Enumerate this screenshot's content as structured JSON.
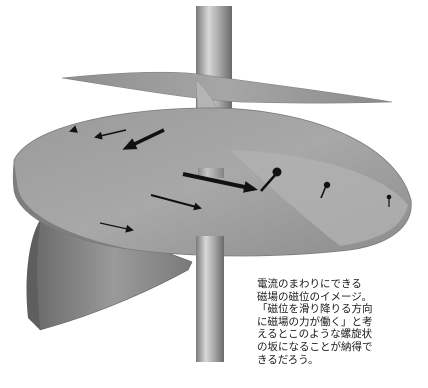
{
  "caption": {
    "lines": [
      "電流のまわりにできる",
      "磁場の磁位のイメージ。",
      "「磁位を滑り降りる方向",
      "に磁場の力が働く」と考",
      "えるとこのような螺旋状",
      "の坂になることが納得で",
      "きるだろう。"
    ]
  },
  "colors": {
    "background": "#ffffff",
    "surface": "#9c9c9c",
    "surface_light": "#b8b8b8",
    "surface_dark": "#6e6e6e",
    "wire": "#a8a8a8",
    "arrow": "#111111",
    "caption_text": "#1a1a1a"
  },
  "icons": {
    "field_arrow": "arrow-icon",
    "compass_needle": "compass-needle-icon"
  }
}
